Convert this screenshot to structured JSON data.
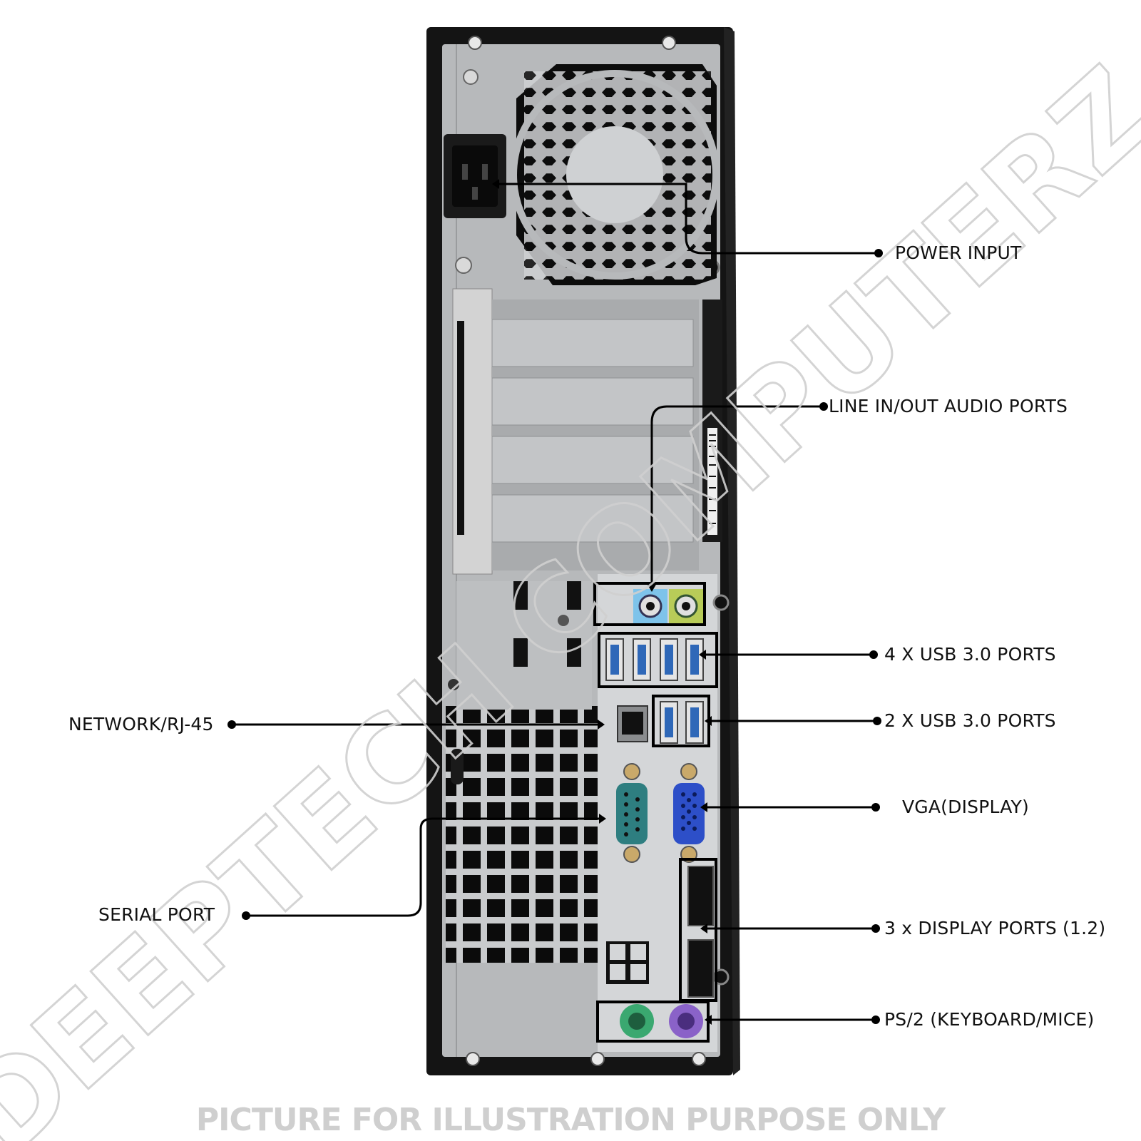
{
  "labels": {
    "power_input": "POWER INPUT",
    "audio": "LINE IN/OUT AUDIO PORTS",
    "usb4": "4 X USB 3.0 PORTS",
    "usb2": "2 X USB 3.0 PORTS",
    "network": "NETWORK/RJ-45",
    "vga": "VGA(DISPLAY)",
    "serial": "SERIAL PORT",
    "displayport": "3 x DISPLAY PORTS (1.2)",
    "ps2": "PS/2 (KEYBOARD/MICE)"
  },
  "watermark": "DEEPTECH COMPUTERZ",
  "footer": "PICTURE FOR ILLUSTRATION PURPOSE ONLY",
  "colors": {
    "chassis_black": "#141414",
    "panel_silver": "#b7b9bb",
    "io_plate": "#d4d6d8",
    "usb_blue": "#2f68b8",
    "audio_blue": "#7ec3ea",
    "audio_green": "#b8cc58",
    "vga_blue": "#2d4fc8",
    "serial_teal": "#2e7e80",
    "ps2_green": "#3aa870",
    "ps2_purple": "#8a62c8"
  },
  "icons": [
    "power-socket-icon",
    "fan-grille-icon",
    "usb-port-icon",
    "ethernet-port-icon",
    "vga-port-icon",
    "serial-port-icon",
    "displayport-icon",
    "ps2-port-icon",
    "audio-jack-icon"
  ]
}
